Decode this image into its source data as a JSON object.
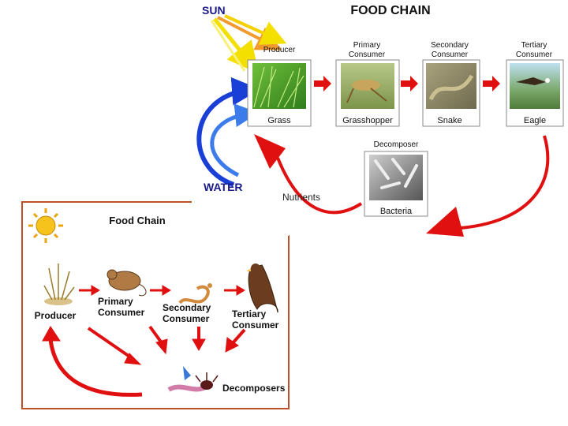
{
  "top_diagram": {
    "title": "FOOD CHAIN",
    "sun_label": "SUN",
    "water_label": "WATER",
    "nutrients_label": "Nutrients",
    "stages": [
      {
        "role": "Producer",
        "name": "Grass"
      },
      {
        "role": "Primary\nConsumer",
        "name": "Grasshopper"
      },
      {
        "role": "Secondary\nConsumer",
        "name": "Snake"
      },
      {
        "role": "Tertiary\nConsumer",
        "name": "Eagle"
      }
    ],
    "decomposer": {
      "role": "Decomposer",
      "name": "Bacteria"
    }
  },
  "bottom_diagram": {
    "title": "Food Chain",
    "labels": {
      "producer": "Producer",
      "primary": "Primary\nConsumer",
      "secondary": "Secondary\nConsumer",
      "tertiary": "Tertiary\nConsumer",
      "decomposers": "Decomposers"
    }
  },
  "colors": {
    "arrow_red": "#e01010",
    "water_blue": "#1a3fd6",
    "sun_yellow": "#f4e000",
    "bottom_border": "#c0502a"
  }
}
